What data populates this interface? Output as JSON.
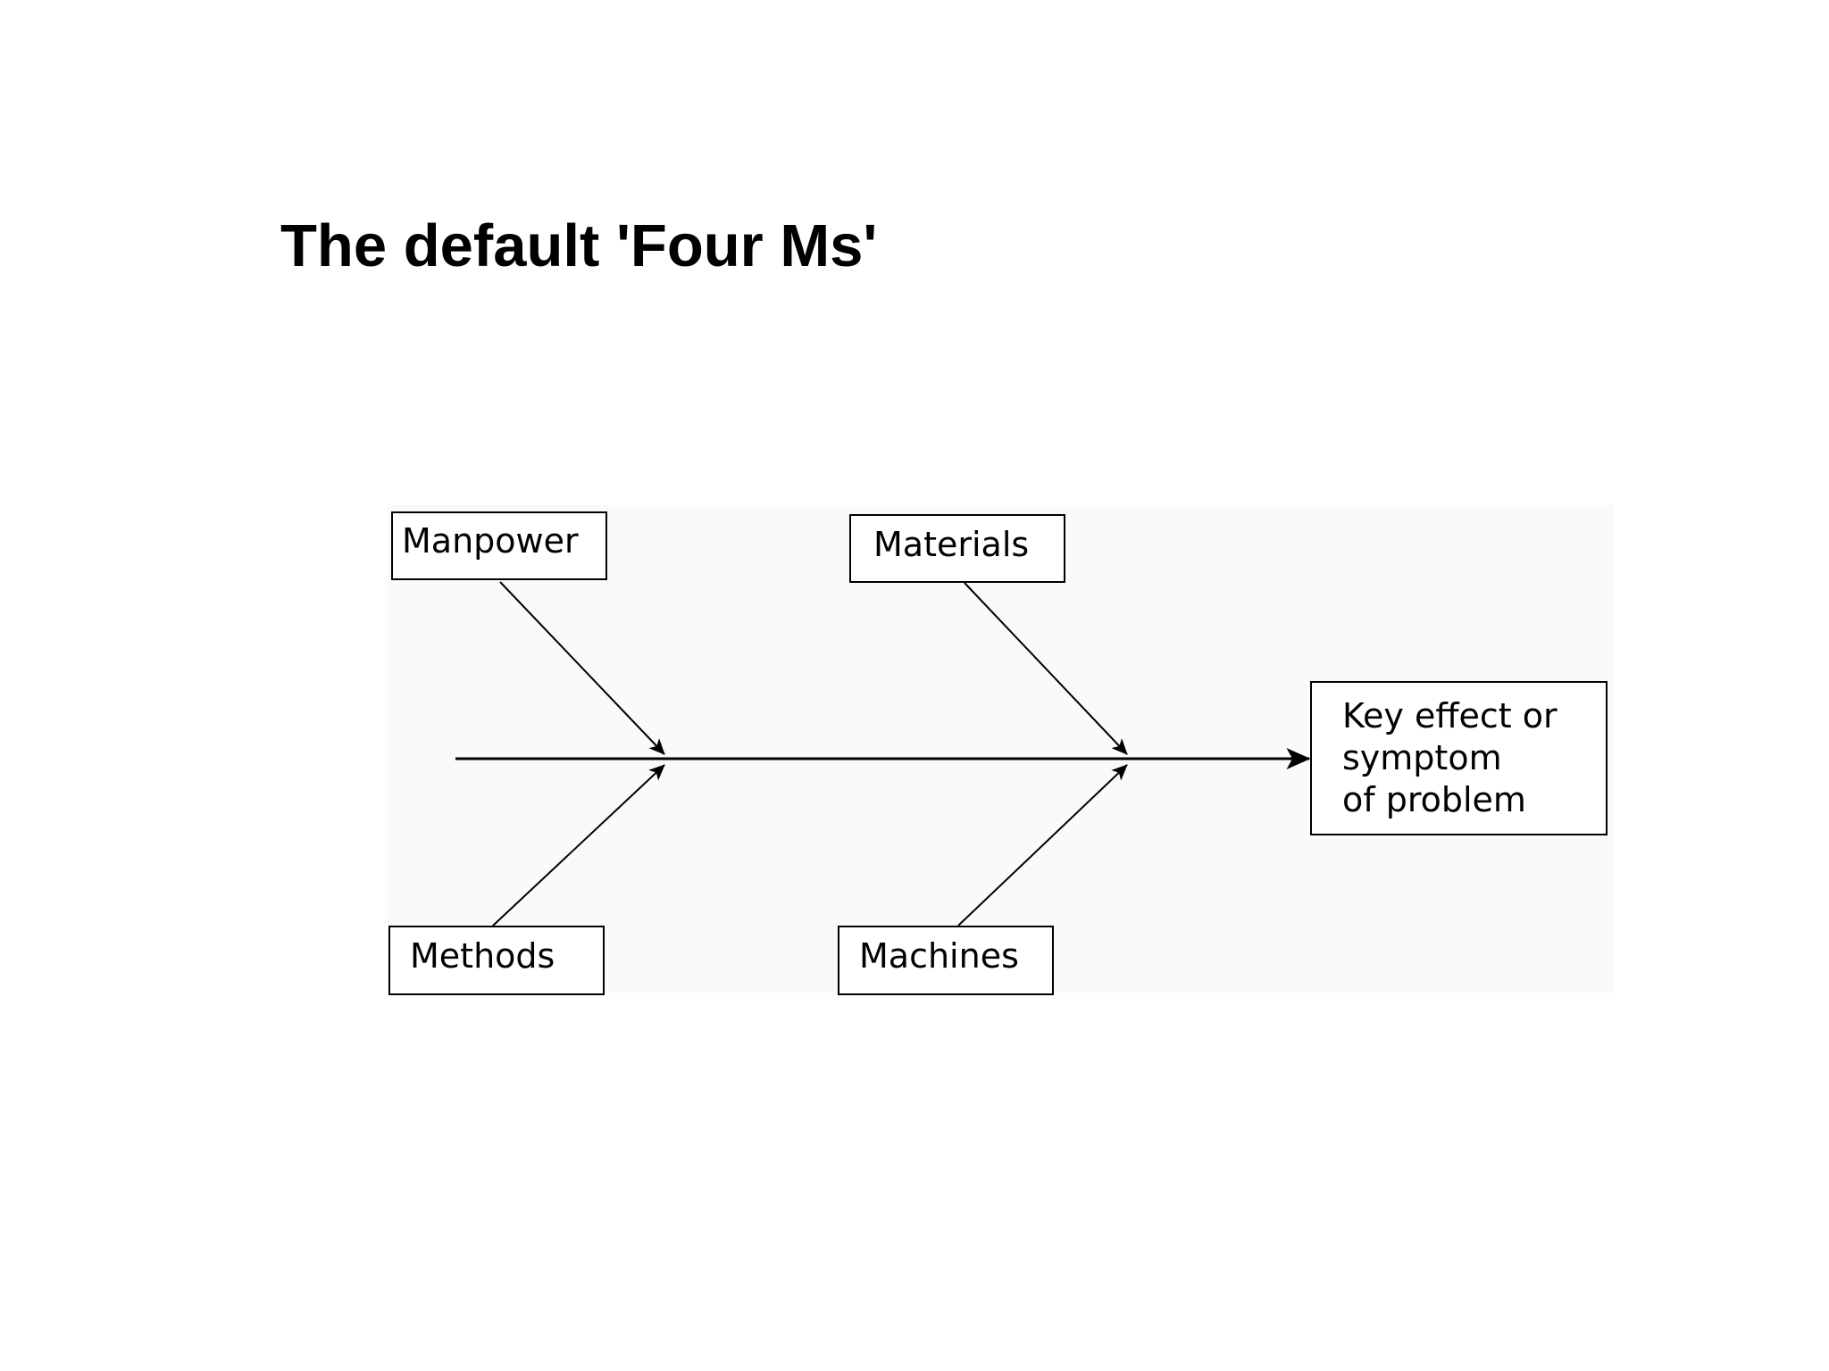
{
  "title": "The default 'Four Ms'",
  "diagram": {
    "type": "fishbone",
    "causes": {
      "manpower": "Manpower",
      "materials": "Materials",
      "methods": "Methods",
      "machines": "Machines"
    },
    "effect": {
      "lines": [
        "Key effect or",
        "symptom",
        "of problem"
      ]
    },
    "colors": {
      "line": "#000000",
      "panel": "#fafafa",
      "background": "#ffffff"
    }
  }
}
